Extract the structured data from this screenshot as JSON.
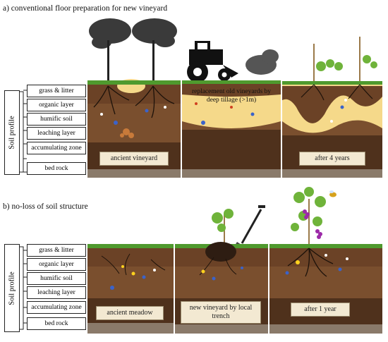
{
  "section_a": {
    "title": "a) conventional floor preparation for new vineyard",
    "panels": [
      "ancient vineyard",
      "after 4 years"
    ],
    "note": "replacement old vineyards by deep tillage (>1m)"
  },
  "section_b": {
    "title": "b) no-loss of soil structure",
    "panels": [
      "ancient meadow",
      "new vineyard by local trench",
      "after 1 year"
    ]
  },
  "soil_profile_label": "Soil profile",
  "layers": [
    "grass & litter",
    "organic layer",
    "humific soil",
    "leaching layer",
    "accumulating zone",
    "bed rock"
  ],
  "colors": {
    "topsoil": "#5a3a22",
    "subsoil": "#7a4f2e",
    "deep": "#4a2e1a",
    "loess": "#f5d98a",
    "grass": "#4f9a2e"
  }
}
